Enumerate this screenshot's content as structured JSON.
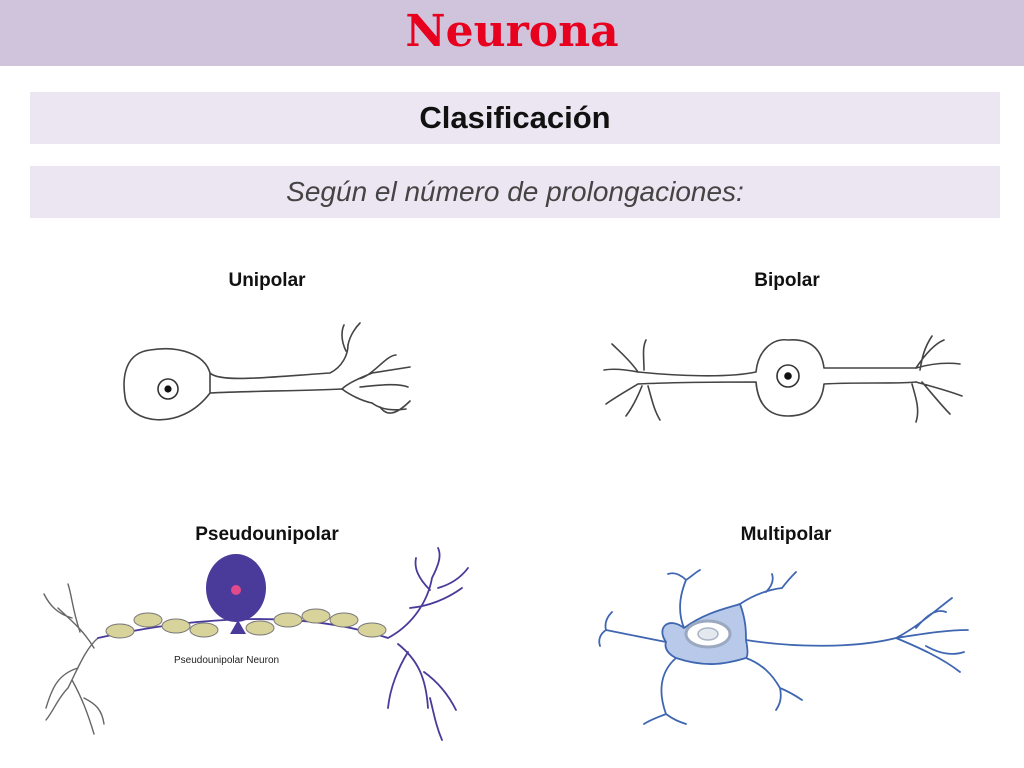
{
  "header": {
    "title": "Neurona"
  },
  "section": {
    "heading": "Clasificación",
    "subheading": "Según el número de prolongaciones:"
  },
  "neurons": {
    "unipolar": {
      "label": "Unipolar"
    },
    "bipolar": {
      "label": "Bipolar"
    },
    "pseudounipolar": {
      "label": "Pseudounipolar",
      "caption": "Pseudounipolar Neuron"
    },
    "multipolar": {
      "label": "Multipolar"
    }
  },
  "colors": {
    "title": "#e8001f",
    "title_bar": "#cfc4dc",
    "band": "#ebe6f1",
    "pseudo_soma": "#4a3a9a",
    "myelin": "#d8d39a",
    "multipolar": "#6a8fd0"
  }
}
